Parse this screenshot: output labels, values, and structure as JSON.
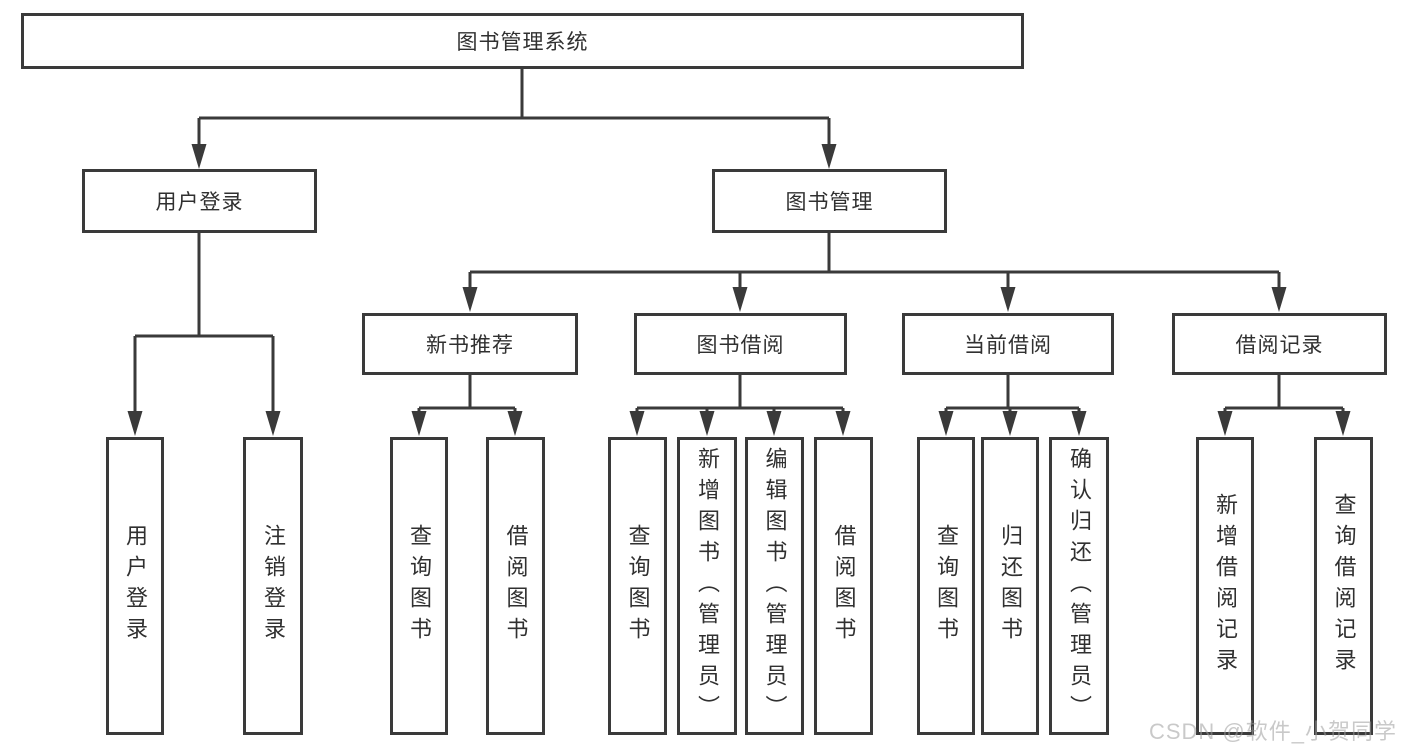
{
  "diagram": {
    "type": "hierarchy-tree",
    "title": "图书管理系统",
    "colors": {
      "line": "#3a3a3a",
      "box_border": "#3a3a3a",
      "box_fill": "#ffffff",
      "text": "#303030",
      "watermark": "#9e9e9e"
    },
    "nodes": {
      "root": {
        "label": "图书管理系统"
      },
      "user_login": {
        "label": "用户登录"
      },
      "book_mgmt": {
        "label": "图书管理"
      },
      "new_book": {
        "label": "新书推荐"
      },
      "book_borrow": {
        "label": "图书借阅"
      },
      "current_borrow": {
        "label": "当前借阅"
      },
      "borrow_record": {
        "label": "借阅记录"
      },
      "ul1": {
        "label": "用户登录"
      },
      "ul2": {
        "label": "注销登录"
      },
      "nb1": {
        "label": "查询图书"
      },
      "nb2": {
        "label": "借阅图书"
      },
      "bb1": {
        "label": "查询图书"
      },
      "bb2": {
        "label": "新增图书（管理员）"
      },
      "bb3": {
        "label": "编辑图书（管理员）"
      },
      "bb4": {
        "label": "借阅图书"
      },
      "cb1": {
        "label": "查询图书"
      },
      "cb2": {
        "label": "归还图书"
      },
      "cb3": {
        "label": "确认归还（管理员）"
      },
      "br1": {
        "label": "新增借阅记录"
      },
      "br2": {
        "label": "查询借阅记录"
      }
    },
    "edges": [
      [
        "root",
        "user_login"
      ],
      [
        "root",
        "book_mgmt"
      ],
      [
        "user_login",
        "ul1"
      ],
      [
        "user_login",
        "ul2"
      ],
      [
        "book_mgmt",
        "new_book"
      ],
      [
        "book_mgmt",
        "book_borrow"
      ],
      [
        "book_mgmt",
        "current_borrow"
      ],
      [
        "book_mgmt",
        "borrow_record"
      ],
      [
        "new_book",
        "nb1"
      ],
      [
        "new_book",
        "nb2"
      ],
      [
        "book_borrow",
        "bb1"
      ],
      [
        "book_borrow",
        "bb2"
      ],
      [
        "book_borrow",
        "bb3"
      ],
      [
        "book_borrow",
        "bb4"
      ],
      [
        "current_borrow",
        "cb1"
      ],
      [
        "current_borrow",
        "cb2"
      ],
      [
        "current_borrow",
        "cb3"
      ],
      [
        "borrow_record",
        "br1"
      ],
      [
        "borrow_record",
        "br2"
      ]
    ],
    "watermark": "CSDN @软件_小贺同学"
  }
}
